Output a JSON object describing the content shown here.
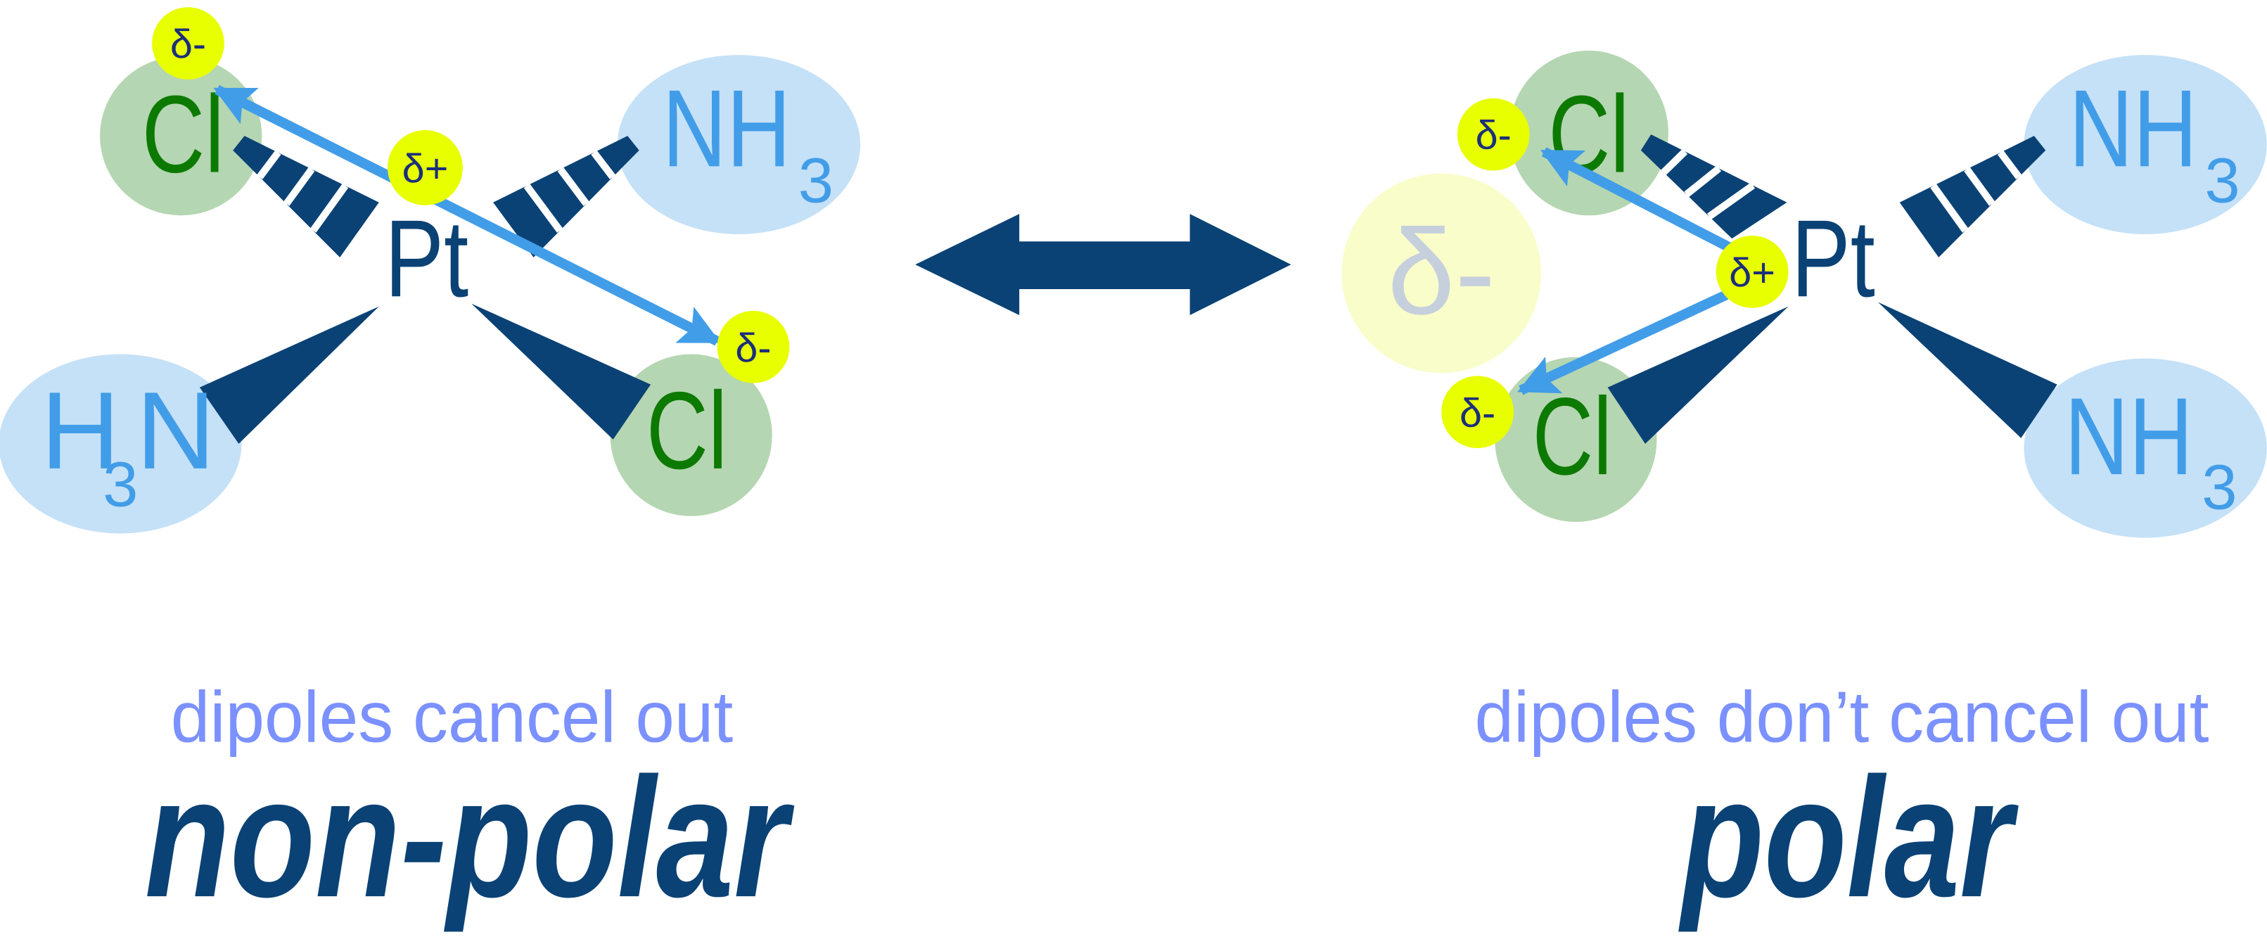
{
  "colors": {
    "dark_blue": "#0b4275",
    "dipole_arrow": "#429de8",
    "chlorine_text": "#0c7a00",
    "chlorine_bubble": "#b5d6b2",
    "ammonia_bubble": "#c5e1f7",
    "charge_bubble": "#e8ff00",
    "caption": "#7b91ff"
  },
  "left_molecule": {
    "center": "Pt",
    "center_charge": "δ+",
    "ligands": [
      {
        "label": "Cl",
        "charge": "δ-"
      },
      {
        "label": "NH",
        "sub": "3"
      },
      {
        "label": "H",
        "sub": "3",
        "label2": "N"
      },
      {
        "label": "Cl",
        "charge": "δ-"
      }
    ],
    "caption": "dipoles cancel out",
    "verdict": "non-polar"
  },
  "right_molecule": {
    "center": "Pt",
    "center_charge": "δ+",
    "net_charge": "δ-",
    "ligands": [
      {
        "label": "Cl",
        "charge": "δ-"
      },
      {
        "label": "NH",
        "sub": "3"
      },
      {
        "label": "Cl",
        "charge": "δ-"
      },
      {
        "label": "NH",
        "sub": "3"
      }
    ],
    "caption": "dipoles don’t cancel out",
    "verdict": "polar"
  }
}
